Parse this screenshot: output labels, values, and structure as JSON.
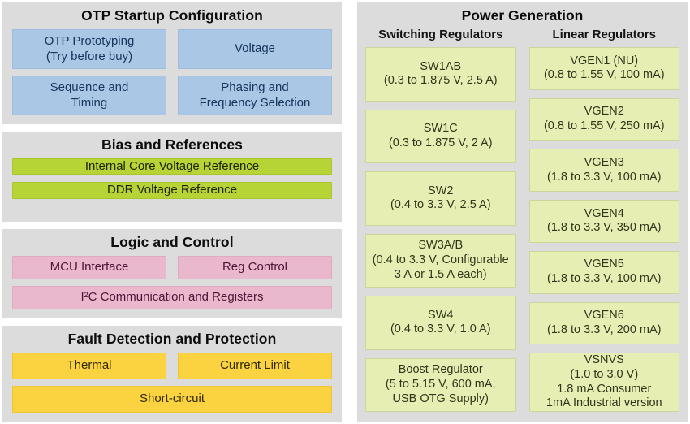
{
  "colors": {
    "panel_bg": "#dcdcdc",
    "otp_box": "#aac7e6",
    "otp_text": "#17365d",
    "bias_box": "#b6d435",
    "logic_box": "#eab8cd",
    "logic_text": "#4d1535",
    "fault_box": "#fbd340",
    "power_box": "#e7eeb4",
    "power_text": "#30361a"
  },
  "left": {
    "otp": {
      "title": "OTP Startup Configuration",
      "boxes": [
        [
          "OTP Prototyping",
          "(Try before buy)"
        ],
        "Voltage",
        [
          "Sequence and",
          "Timing"
        ],
        [
          "Phasing and",
          "Frequency Selection"
        ]
      ]
    },
    "bias": {
      "title": "Bias and References",
      "boxes": [
        "Internal Core Voltage Reference",
        "DDR Voltage Reference"
      ]
    },
    "logic": {
      "title": "Logic and Control",
      "boxes": [
        "MCU Interface",
        "Reg Control",
        "I²C Communication and Registers"
      ]
    },
    "fault": {
      "title": "Fault Detection and Protection",
      "boxes": [
        "Thermal",
        "Current Limit",
        "Short-circuit"
      ]
    }
  },
  "right": {
    "title": "Power Generation",
    "switching": {
      "header": "Switching Regulators",
      "boxes": [
        [
          "SW1AB",
          "(0.3 to 1.875 V, 2.5 A)"
        ],
        [
          "SW1C",
          "(0.3 to 1.875 V, 2 A)"
        ],
        [
          "SW2",
          "(0.4 to 3.3 V, 2.5 A)"
        ],
        [
          "SW3A/B",
          "(0.4 to 3.3 V, Configurable",
          "3 A or 1.5 A each)"
        ],
        [
          "SW4",
          "(0.4 to 3.3 V, 1.0 A)"
        ],
        [
          "Boost Regulator",
          "(5 to 5.15 V, 600 mA,",
          "USB OTG Supply)"
        ]
      ]
    },
    "linear": {
      "header": "Linear Regulators",
      "boxes": [
        [
          "VGEN1 (NU)",
          "(0.8 to 1.55 V, 100 mA)"
        ],
        [
          "VGEN2",
          "(0.8 to 1.55 V, 250 mA)"
        ],
        [
          "VGEN3",
          "(1.8 to 3.3 V, 100 mA)"
        ],
        [
          "VGEN4",
          "(1.8 to 3.3 V, 350 mA)"
        ],
        [
          "VGEN5",
          "(1.8 to 3.3 V, 100 mA)"
        ],
        [
          "VGEN6",
          "(1.8 to 3.3 V, 200 mA)"
        ],
        [
          "VSNVS",
          "(1.0 to 3.0 V)",
          "1.8 mA Consumer",
          "1mA Industrial version"
        ]
      ]
    }
  }
}
